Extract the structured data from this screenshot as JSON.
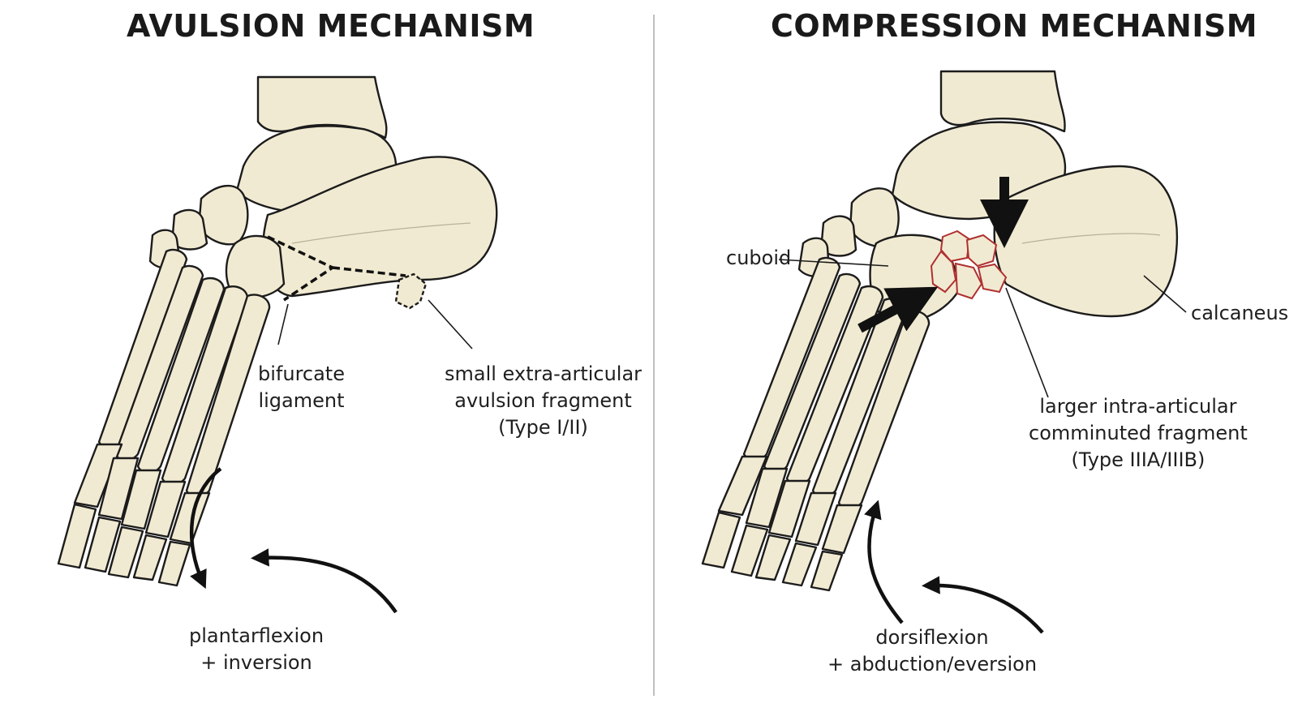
{
  "left_panel": {
    "title": "AVULSION MECHANISM",
    "labels": {
      "bifurcate_line1": "bifurcate",
      "bifurcate_line2": "ligament",
      "fragment_line1": "small extra-articular",
      "fragment_line2": "avulsion fragment",
      "fragment_line3": "(Type I/II)",
      "motion_line1": "plantarflexion",
      "motion_line2": "+ inversion"
    }
  },
  "right_panel": {
    "title": "COMPRESSION MECHANISM",
    "labels": {
      "cuboid": "cuboid",
      "calcaneus": "calcaneus",
      "fragment_line1": "larger intra-articular",
      "fragment_line2": "comminuted fragment",
      "fragment_line3": "(Type IIIA/IIIB)",
      "motion_line1": "dorsiflexion",
      "motion_line2": "+ abduction/eversion"
    }
  },
  "colors": {
    "bone_fill": "#f1ead2",
    "outline": "#1c1c1c",
    "fracture_lines": "#b03030",
    "divider": "#bfbfbf"
  }
}
